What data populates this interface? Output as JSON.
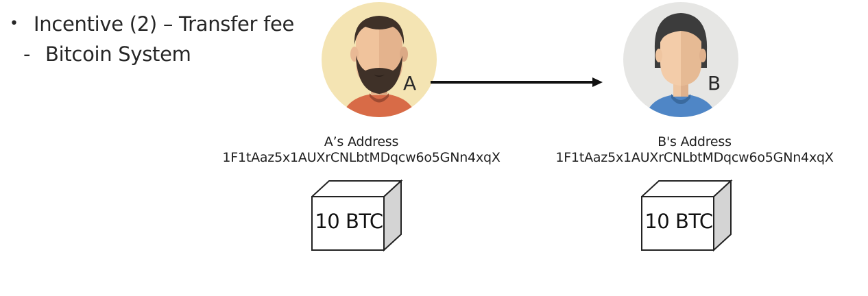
{
  "slide": {
    "bullet_marker": "•",
    "sub_marker": "-",
    "bullet_text": "Incentive (2) – Transfer fee",
    "sub_bullet_text": "Bitcoin System"
  },
  "nodes": [
    {
      "id": "A",
      "label": "A",
      "address_title": "A’s Address",
      "address": "1F1tAaz5x1AUXrCNLbtMDqcw6o5GNn4xqX",
      "balance": "10 BTC",
      "avatar_bg_color": "#f4e4b3",
      "shirt_color": "#d86b47"
    },
    {
      "id": "B",
      "label": "B",
      "address_title": "B's Address",
      "address": "1F1tAaz5x1AUXrCNLbtMDqcw6o5GNn4xqX",
      "balance": "10 BTC",
      "avatar_bg_color": "#e6e6e4",
      "shirt_color": "#4f86c6"
    }
  ],
  "edges": [
    {
      "from": "A",
      "to": "B",
      "style": "solid-arrow"
    }
  ]
}
